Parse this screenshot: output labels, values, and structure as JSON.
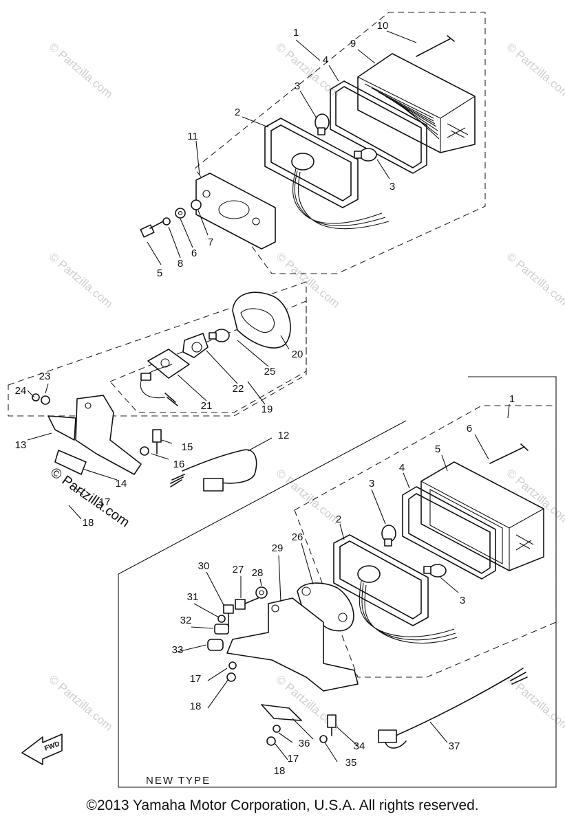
{
  "watermark": {
    "text": "© Partzilla.com",
    "overlay_text": "© Partzilla.com"
  },
  "callouts": {
    "top": [
      "1",
      "2",
      "3",
      "3",
      "4",
      "5",
      "6",
      "7",
      "8",
      "9",
      "10",
      "11"
    ],
    "middle": [
      "12",
      "13",
      "14",
      "15",
      "16",
      "17",
      "18",
      "19",
      "20",
      "21",
      "22",
      "23",
      "24",
      "25"
    ],
    "bottom": [
      "1",
      "2",
      "3",
      "3",
      "4",
      "5",
      "6",
      "17",
      "17",
      "18",
      "18",
      "26",
      "27",
      "28",
      "29",
      "30",
      "31",
      "32",
      "33",
      "34",
      "35",
      "36",
      "37"
    ]
  },
  "new_type_label": "NEW TYPE",
  "fwd_label": "FWD",
  "footer": "©2013 Yamaha Motor Corporation, U.S.A. All rights reserved."
}
